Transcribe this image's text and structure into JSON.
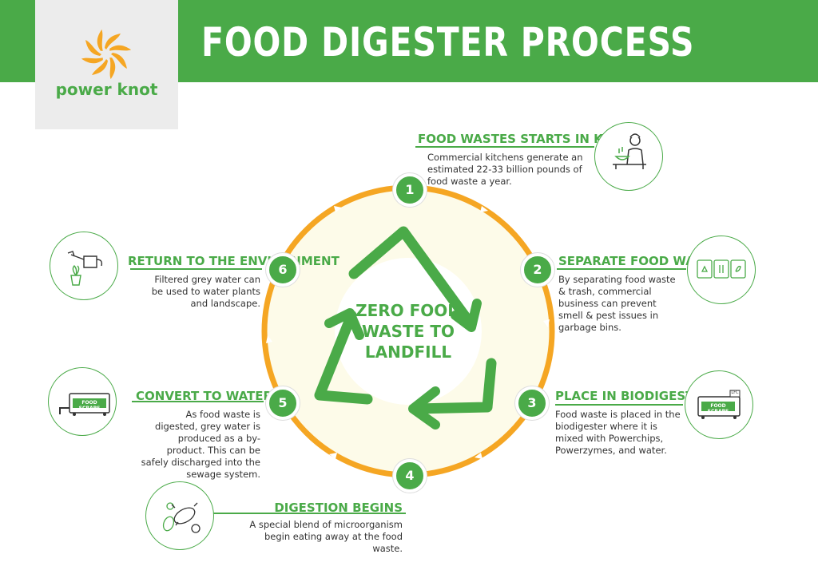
{
  "header": {
    "title": "FOOD DIGESTER PROCESS"
  },
  "logo": {
    "text": "power knot"
  },
  "center": {
    "line1": "ZERO FOOD",
    "line2": "WASTE TO",
    "line3": "LANDFILL"
  },
  "steps": [
    {
      "number": "1",
      "title": "FOOD WASTES STARTS IN KITCHEN",
      "description": "Commercial kitchens generate an estimated 22-33 billion pounds of food waste a year.",
      "icon": "chef-icon"
    },
    {
      "number": "2",
      "title": "SEPARATE FOOD WASTE",
      "description": "By separating food waste & trash, commercial business can prevent smell & pest issues in garbage bins.",
      "icon": "bins-icon"
    },
    {
      "number": "3",
      "title": "PLACE IN BIODIGESTER",
      "description": "Food waste is placed in the biodigester where it is mixed with Powerchips, Powerzymes, and water.",
      "icon": "biodigester-icon"
    },
    {
      "number": "4",
      "title": "DIGESTION BEGINS",
      "description": "A special blend of microorganism begin eating away at the food waste.",
      "icon": "microorganism-icon"
    },
    {
      "number": "5",
      "title": "CONVERT TO WATER",
      "description": "As food waste is digested, grey water is produced as a by-product. This can be safely discharged into the sewage system.",
      "icon": "digester-water-icon"
    },
    {
      "number": "6",
      "title": "RETURN TO THE ENVIRONMENT",
      "description": "Filtered grey water can be used to water plants and landscape.",
      "icon": "watering-can-icon"
    }
  ],
  "machine_label": "FOOD SCRAPS",
  "machine_badge": "LFC",
  "colors": {
    "green": "#4aaa48",
    "orange": "#f5a623",
    "cream": "#fdfbe9"
  }
}
